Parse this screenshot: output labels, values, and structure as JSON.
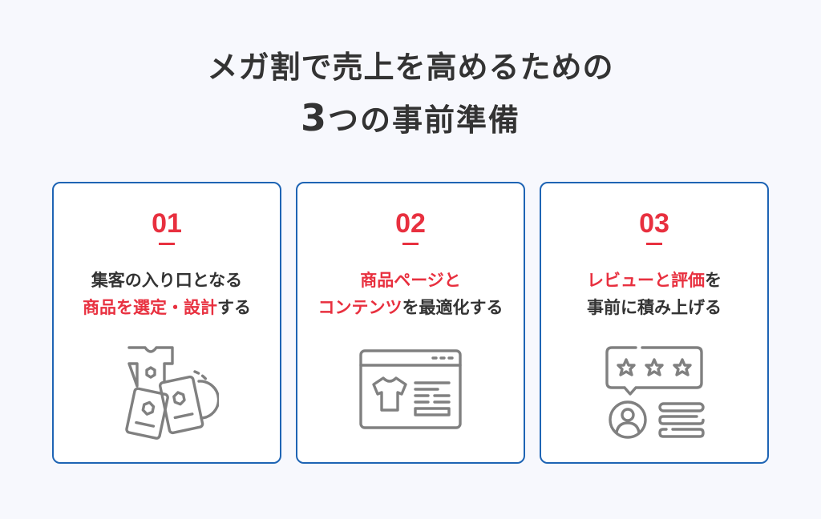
{
  "title": {
    "line1": "メガ割で売上を高めるための",
    "line2_number": "3",
    "line2_rest": "つの事前準備"
  },
  "colors": {
    "background": "#f7f8fd",
    "card_border": "#1e64b4",
    "accent_red": "#e8303f",
    "text": "#333333",
    "icon_gray": "#808080"
  },
  "cards": [
    {
      "number": "01",
      "line1": [
        {
          "text": "集客の入り口となる",
          "highlight": false
        }
      ],
      "line2": [
        {
          "text": "商品を選定・設計",
          "highlight": true
        },
        {
          "text": "する",
          "highlight": false
        }
      ],
      "icon": "products-clothing-icon"
    },
    {
      "number": "02",
      "line1": [
        {
          "text": "商品ページと",
          "highlight": true
        }
      ],
      "line2": [
        {
          "text": "コンテンツ",
          "highlight": true
        },
        {
          "text": "を最適化する",
          "highlight": false
        }
      ],
      "icon": "product-webpage-icon"
    },
    {
      "number": "03",
      "line1": [
        {
          "text": "レビューと評価",
          "highlight": true
        },
        {
          "text": "を",
          "highlight": false
        }
      ],
      "line2": [
        {
          "text": "事前に積み上げる",
          "highlight": false
        }
      ],
      "icon": "review-rating-icon"
    }
  ]
}
